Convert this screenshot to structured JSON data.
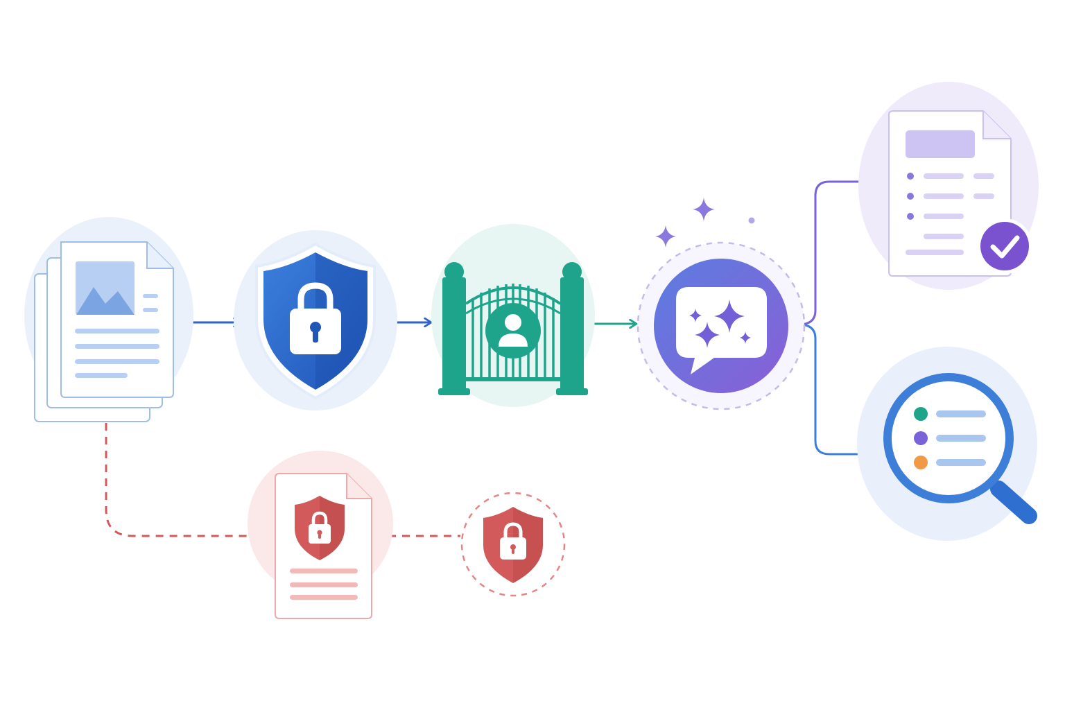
{
  "diagram": {
    "nodes": [
      {
        "id": "source-documents",
        "icon": "document-stack-icon"
      },
      {
        "id": "security-shield",
        "icon": "shield-lock-icon"
      },
      {
        "id": "access-gate",
        "icon": "gate-user-icon"
      },
      {
        "id": "ai-assistant",
        "icon": "sparkle-chat-icon"
      },
      {
        "id": "approved-report",
        "icon": "document-check-icon"
      },
      {
        "id": "search-results",
        "icon": "magnifier-list-icon"
      },
      {
        "id": "restricted-document",
        "icon": "document-shield-icon"
      },
      {
        "id": "restricted-vault",
        "icon": "shield-lock-icon"
      }
    ],
    "edges": [
      {
        "from": "source-documents",
        "to": "security-shield",
        "style": "solid"
      },
      {
        "from": "security-shield",
        "to": "access-gate",
        "style": "solid"
      },
      {
        "from": "access-gate",
        "to": "ai-assistant",
        "style": "solid"
      },
      {
        "from": "ai-assistant",
        "to": "approved-report",
        "style": "solid"
      },
      {
        "from": "ai-assistant",
        "to": "search-results",
        "style": "solid"
      },
      {
        "from": "source-documents",
        "to": "restricted-document",
        "style": "dashed"
      },
      {
        "from": "restricted-document",
        "to": "restricted-vault",
        "style": "dashed"
      }
    ]
  },
  "colors": {
    "blue": "#2f6fd0",
    "teal": "#1fa48c",
    "purple": "#7a62d8",
    "red": "#d35a5a",
    "orange": "#f09a45"
  }
}
